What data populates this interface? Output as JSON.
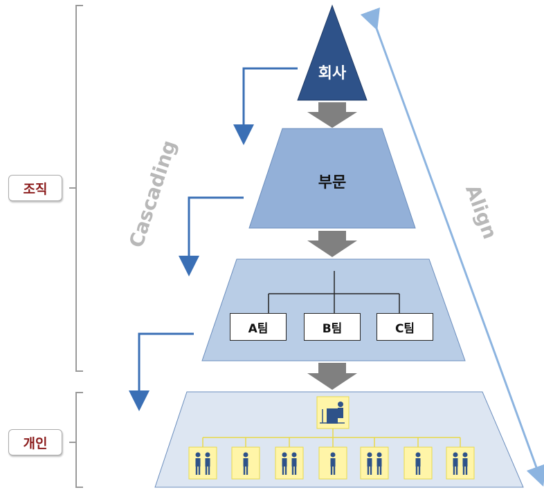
{
  "left_labels": {
    "org": "조직",
    "individual": "개인"
  },
  "tiers": {
    "company": "회사",
    "division": "부문"
  },
  "teams": [
    "A팀",
    "B팀",
    "C팀"
  ],
  "side_labels": {
    "cascading": "Cascading",
    "align": "Align"
  },
  "colors": {
    "tier1": "#2e5289",
    "tier2": "#93b0d8",
    "tier3": "#b9cde6",
    "tier4": "#dde6f2",
    "arrow_gray": "#808080",
    "cascade_blue": "#3a6fb5",
    "align_blue": "#8cb4e0",
    "person_box": "#fff5a8"
  }
}
